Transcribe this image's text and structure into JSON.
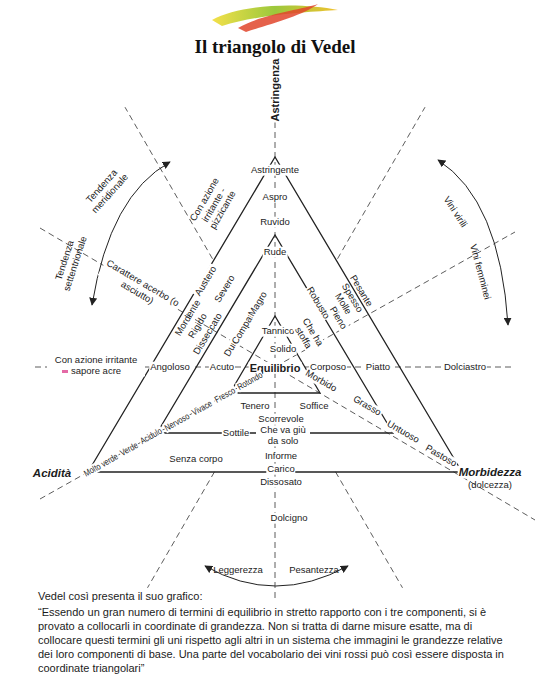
{
  "diagram": {
    "title": "Il triangolo di Vedel",
    "caption": "“Essendo un gran numero di termini di equilibrio in stretto rapporto con i tre componenti, si è provato a collocarli in coordinate di grandezza. Non si tratta di darne misure esatte, ma di collocare questi termini gli uni rispetto agli altri in un sistema che immagini le grandezze relative dei loro componenti di base. Una parte del vocabolario dei vini rossi può così essere disposta in coordinate triangolari”",
    "labels": [
      "Astringenza",
      "Astringente",
      "Aspro",
      "Ruvido",
      "Rude",
      "Tannico",
      "Solido",
      "Austero",
      "Severo",
      "Mordente",
      "Rigido",
      "Disseccato",
      "Duro",
      "Compatto",
      "Magro",
      "Robusto",
      "Pieno",
      "Che ha stoffa",
      "Pesante",
      "Spesso",
      "Molle",
      "Con azione irritante sapore acre",
      "Angoloso",
      "Acuto",
      "Equilibrio",
      "Corposo",
      "Piatto",
      "Dolciastro",
      "Acidità",
      "Molto verde",
      "Verde",
      "Acidulo",
      "Nervoso",
      "Vivace",
      "Fresco",
      "Rotondo",
      "Morbido",
      "Grasso",
      "Untuoso",
      "Pastoso",
      "Morbidezza",
      "(dolcezza)",
      "Tenero",
      "Soffice",
      "Scorrevole",
      "Sottile",
      "Che va giù da solo",
      "Informe",
      "Carico",
      "Dissosato",
      "Senza corpo",
      "Dolcigno",
      "Con azione irritante - pizzicante",
      "Tendenza meridionale",
      "Tendenza settentrionale",
      "Carattere acerbo (o asciutto)",
      "Vini virili",
      "Vini femminei",
      "Leggerezza",
      "Pesantezza",
      "Vedel così presenta il suo grafico:"
    ]
  }
}
